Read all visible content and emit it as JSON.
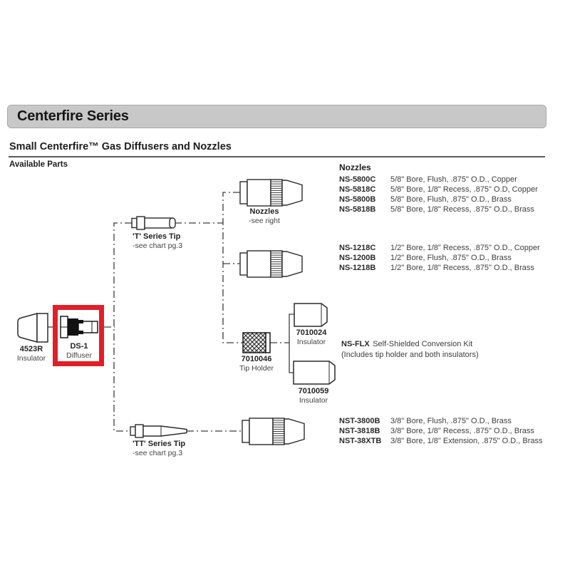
{
  "page": {
    "title": "Centerfire Series",
    "subtitle": "Small Centerfire™ Gas Diffusers and Nozzles",
    "available_parts_label": "Available Parts"
  },
  "diagram": {
    "highlight_color": "#e21e26",
    "parts": {
      "insulator_4523r": {
        "part": "4523R",
        "name": "Insulator"
      },
      "diffuser_ds1": {
        "part": "DS-1",
        "name": "Diffuser"
      },
      "t_series_tip": {
        "part": "'T' Series Tip",
        "note": "-see chart pg.3"
      },
      "nozzles_callout": {
        "part": "Nozzles",
        "note": "-see right"
      },
      "tip_holder_7010046": {
        "part": "7010046",
        "name": "Tip Holder"
      },
      "insulator_7010024": {
        "part": "7010024",
        "name": "Insulator"
      },
      "insulator_7010059": {
        "part": "7010059",
        "name": "Insulator"
      },
      "tt_series_tip": {
        "part": "'TT' Series Tip",
        "note": "-see chart pg.3"
      }
    }
  },
  "parts_list": {
    "header": "Nozzles",
    "groups": [
      {
        "rows": [
          {
            "part": "NS-5800C",
            "desc": "5/8\" Bore, Flush, .875\" O.D., Copper"
          },
          {
            "part": "NS-5818C",
            "desc": "5/8\" Bore, 1/8\" Recess, .875\" O.D, Copper"
          },
          {
            "part": "NS-5800B",
            "desc": "5/8\" Bore, Flush, .875\" O.D., Brass"
          },
          {
            "part": "NS-5818B",
            "desc": "5/8\" Bore, 1/8\" Recess, .875\" O.D., Brass"
          }
        ]
      },
      {
        "rows": [
          {
            "part": "NS-1218C",
            "desc": "1/2\" Bore, 1/8\" Recess, .875\" O.D., Copper"
          },
          {
            "part": "NS-1200B",
            "desc": "1/2\" Bore, Flush, .875\" O.D., Brass"
          },
          {
            "part": "NS-1218B",
            "desc": "1/2\" Bore, 1/8\" Recess, .875\" O.D., Brass"
          }
        ]
      },
      {
        "rows": [
          {
            "part": "NST-3800B",
            "desc": "3/8\" Bore, Flush, .875\" O.D., Brass"
          },
          {
            "part": "NST-3818B",
            "desc": "3/8\" Bore, 1/8\" Recess, .875\" O.D., Brass"
          },
          {
            "part": "NST-38XTB",
            "desc": "3/8\" Bore, 1/8\" Extension, .875\" O.D., Brass"
          }
        ]
      }
    ],
    "conversion_kit": {
      "part": "NS-FLX",
      "desc": "Self-Shielded Conversion Kit",
      "note": "(Includes tip holder and both insulators)"
    }
  }
}
